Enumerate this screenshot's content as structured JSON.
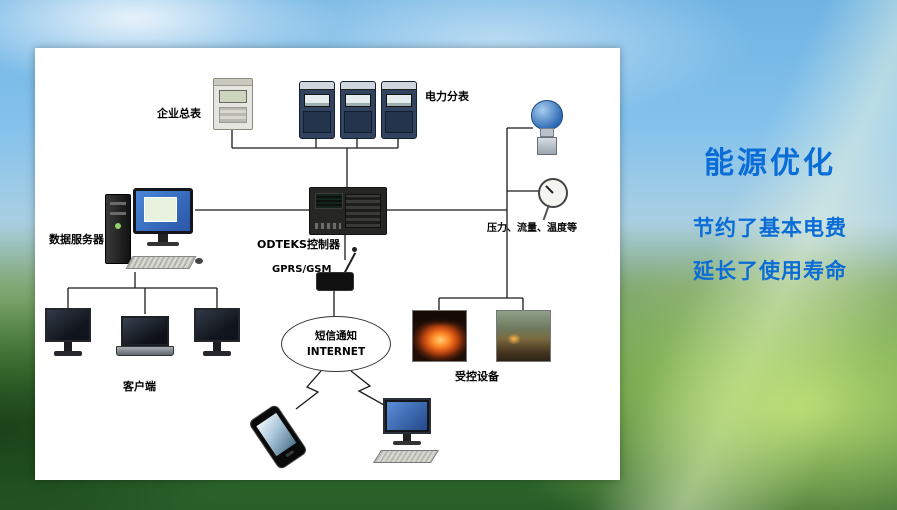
{
  "caption": {
    "title": "能源优化",
    "line1": "节约了基本电费",
    "line2": "延长了使用寿命",
    "accent_color": "#0a6cd6"
  },
  "diagram": {
    "panel_background": "#ffffff",
    "line_color": "#1a1a1a",
    "labels": {
      "enterprise_meter": "企业总表",
      "power_submeters": "电力分表",
      "sensors": "压力、流量、温度等",
      "controller": "ODTEKS控制器",
      "data_server": "数据服务器",
      "gprs_modem": "GPRS/GSM",
      "sms_cloud_line1": "短信通知",
      "sms_cloud_line2": "INTERNET",
      "clients": "客户端",
      "controlled_devices": "受控设备"
    }
  }
}
